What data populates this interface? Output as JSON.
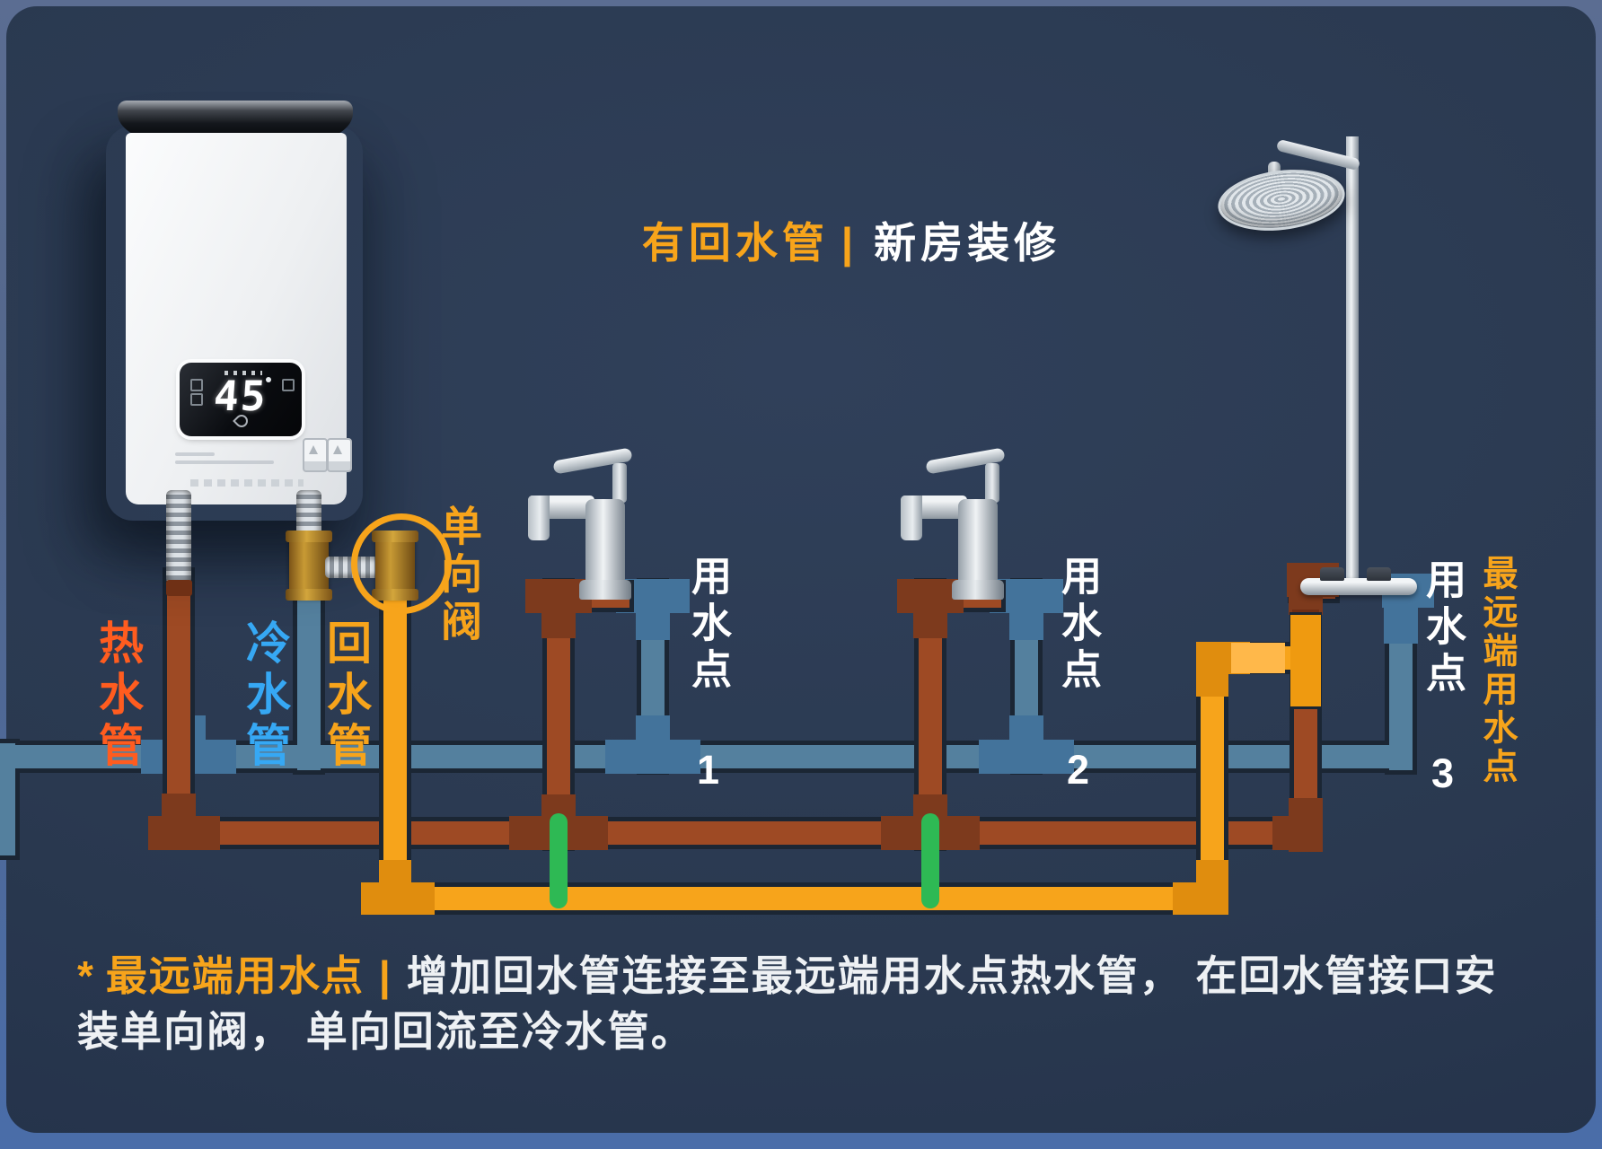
{
  "title": {
    "highlight": "有回水管",
    "divider": "|",
    "main": "新房装修"
  },
  "heater": {
    "display_value": "45"
  },
  "labels": {
    "hot_pipe": "热水管",
    "cold_pipe": "冷水管",
    "return_pipe": "回水管",
    "check_valve": "单向阀",
    "outlet1": "用水点 1",
    "outlet2": "用水点 2",
    "outlet3": "用水点 3",
    "farthest_outlet": "最远端用水点"
  },
  "note": {
    "marker": "*",
    "highlight": "最远端用水点",
    "divider": "|",
    "line1_rest": "增加回水管连接至最远端用水点热水管， 在回水管接口安",
    "line2": "装单向阀， 单向回流至冷水管。"
  },
  "colors": {
    "panel_bg": "#2a3950",
    "page_strip": "#4a6da9",
    "accent_orange": "#f7a41b",
    "hot_label": "#ff5c1f",
    "cold_label": "#36a8f4",
    "hot_pipe": "#9e4a24",
    "cold_pipe": "#54809e",
    "return_pipe": "#f7a41b",
    "connector_green": "#2eb954",
    "text_white": "#eef1f4"
  }
}
